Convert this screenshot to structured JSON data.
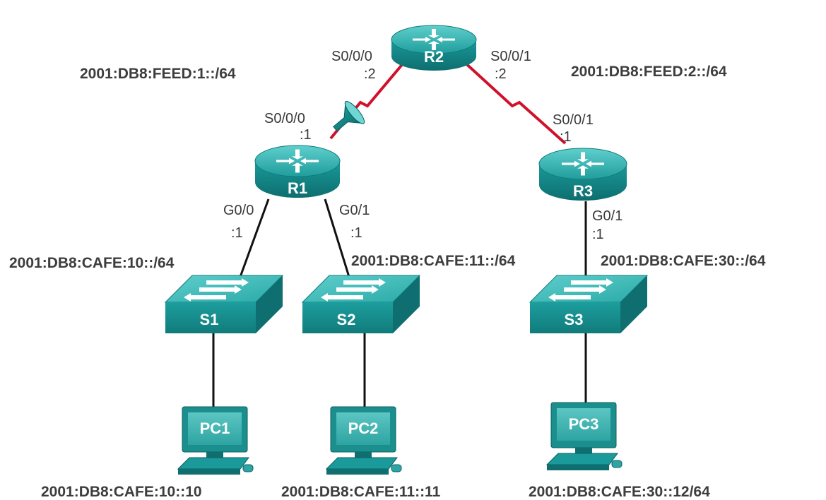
{
  "colors": {
    "device_teal": "#1a9a9a",
    "device_dark": "#0f6f70",
    "device_light": "#4cc3c1",
    "serial_link": "#d0112b",
    "ethernet_link": "#111111",
    "label_text": "#3d3d3d"
  },
  "networks": {
    "r1_r2": "2001:DB8:FEED:1::/64",
    "r2_r3": "2001:DB8:FEED:2::/64",
    "r1_lan0": "2001:DB8:CAFE:10::/64",
    "r1_lan1": "2001:DB8:CAFE:11::/64",
    "r3_lan": "2001:DB8:CAFE:30::/64"
  },
  "devices": {
    "r1": "R1",
    "r2": "R2",
    "r3": "R3",
    "s1": "S1",
    "s2": "S2",
    "s3": "S3",
    "pc1": "PC1",
    "pc2": "PC2",
    "pc3": "PC3"
  },
  "interfaces": {
    "r2_s000": "S0/0/0",
    "r2_s000_host": ":2",
    "r2_s001": "S0/0/1",
    "r2_s001_host": ":2",
    "r1_s000": "S0/0/0",
    "r1_s000_host": ":1",
    "r3_s001": "S0/0/1",
    "r3_s001_host": ":1",
    "r1_g00": "G0/0",
    "r1_g00_host": ":1",
    "r1_g01": "G0/1",
    "r1_g01_host": ":1",
    "r3_g01": "G0/1",
    "r3_g01_host": ":1"
  },
  "hosts": {
    "pc1": "2001:DB8:CAFE:10::10",
    "pc2": "2001:DB8:CAFE:11::11",
    "pc3": "2001:DB8:CAFE:30::12/64"
  },
  "icons": {
    "router": "router-icon",
    "switch": "switch-icon",
    "pc": "pc-icon",
    "dce": "dce-clock-icon",
    "serial_bolt": "serial-link-icon"
  }
}
